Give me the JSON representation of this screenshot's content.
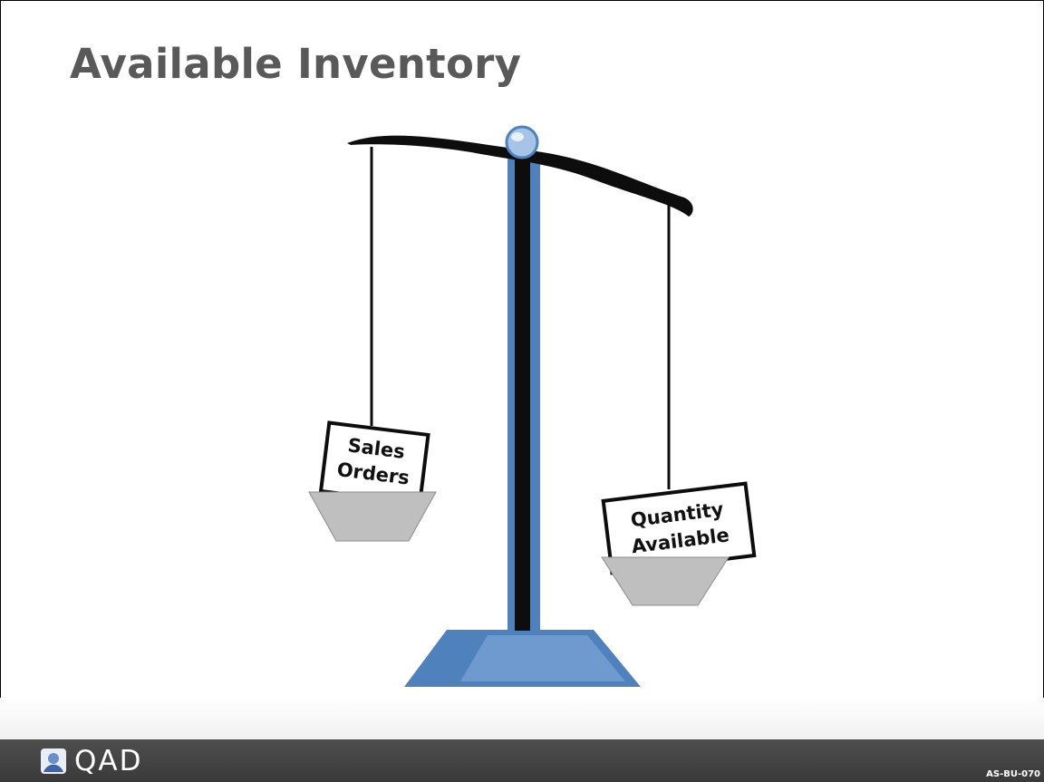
{
  "slide": {
    "title": "Available Inventory",
    "left_card": {
      "line1": "Sales",
      "line2": "Orders"
    },
    "right_card": {
      "line1": "Quantity",
      "line2": "Available"
    }
  },
  "footer": {
    "logo_text": "QAD",
    "slide_code": "AS-BU-070"
  },
  "colors": {
    "title": "#595959",
    "pole_blue": "#4f81bd",
    "base_blue": "#4f81bd",
    "pan_gray": "#bfbfbf",
    "footer": "#404040"
  }
}
